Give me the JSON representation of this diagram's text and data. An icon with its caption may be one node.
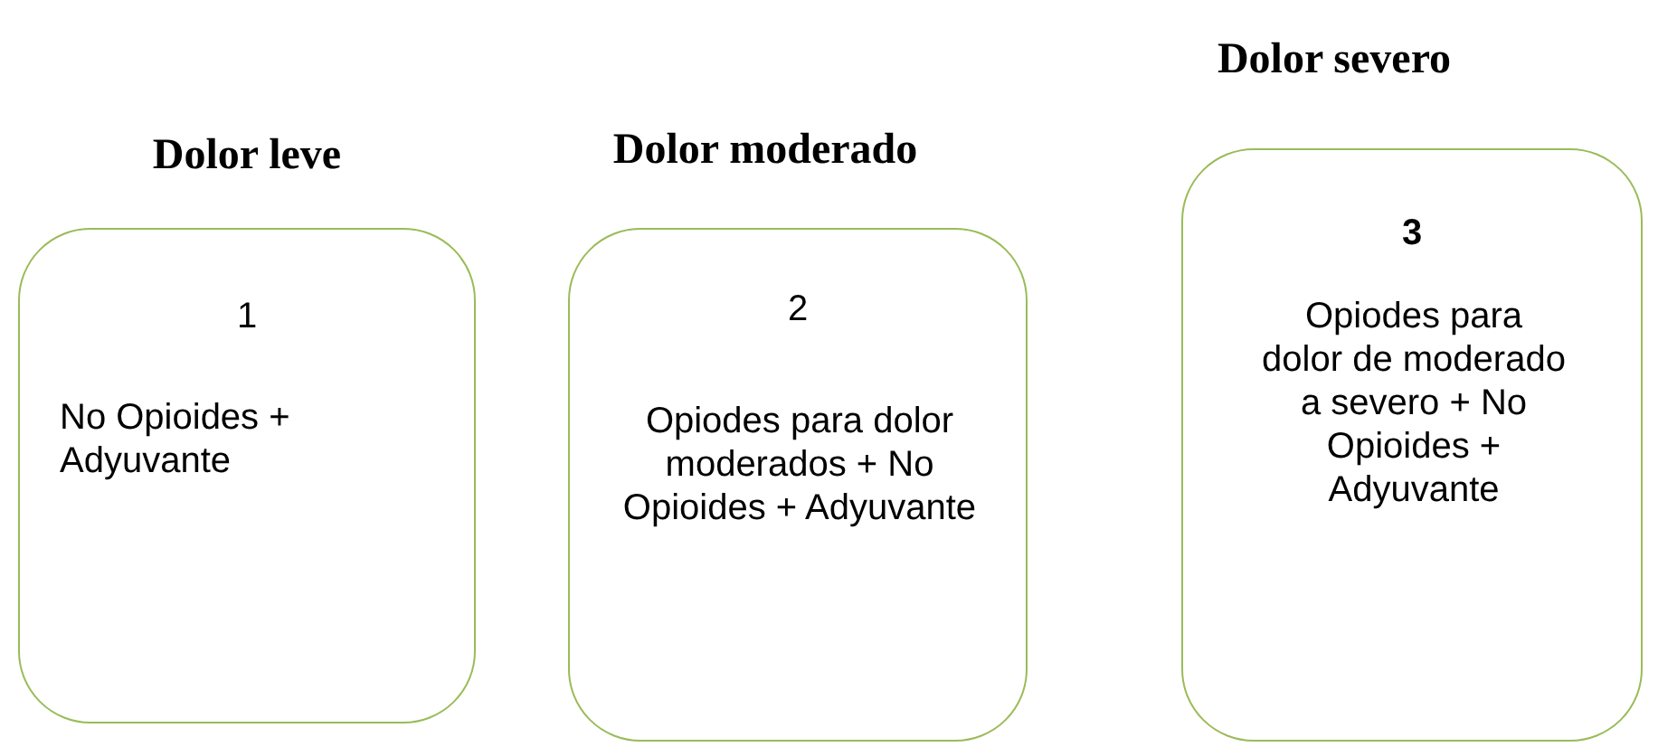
{
  "diagram": {
    "nodes": [
      {
        "text": [
          "Dolor leve",
          "1",
          "No Opioides + Adyuvante"
        ]
      },
      {
        "text": [
          "Dolor moderado",
          "2",
          "Opiodes para dolor moderados + No Opioides + Adyuvante"
        ]
      },
      {
        "text": [
          "Dolor severo",
          "3",
          "Opiodes para dolor de moderado a severo + No Opioides + Adyuvante"
        ]
      }
    ]
  }
}
